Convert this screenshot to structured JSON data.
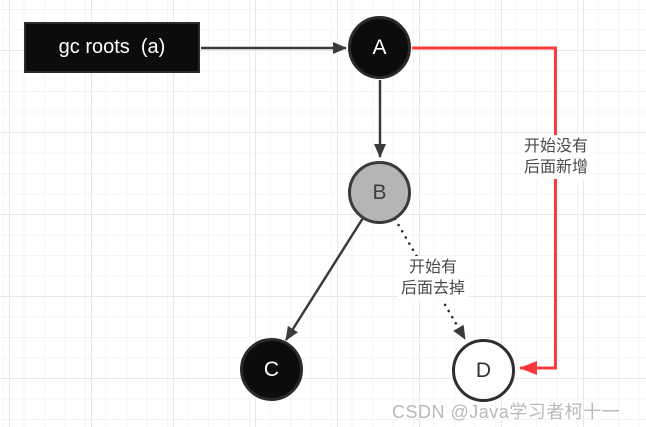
{
  "diagram": {
    "gc_box": {
      "label": "gc roots  (a)"
    },
    "nodes": {
      "a": {
        "label": "A",
        "fill": "#0c0c0c"
      },
      "b": {
        "label": "B",
        "fill": "#b5b5b5"
      },
      "c": {
        "label": "C",
        "fill": "#0c0c0c"
      },
      "d": {
        "label": "D",
        "fill": "#ffffff"
      }
    },
    "annotations": {
      "added_later": {
        "line1": "开始没有",
        "line2": "后面新增"
      },
      "removed_later": {
        "line1": "开始有",
        "line2": "后面去掉"
      }
    },
    "colors": {
      "edge_dark": "#3b3b3b",
      "edge_red": "#fb3b3b",
      "grid_minor": "#f4f4f4",
      "grid_major": "#e8e8e8"
    }
  },
  "watermark": {
    "text": "CSDN @Java学习者柯十一"
  }
}
